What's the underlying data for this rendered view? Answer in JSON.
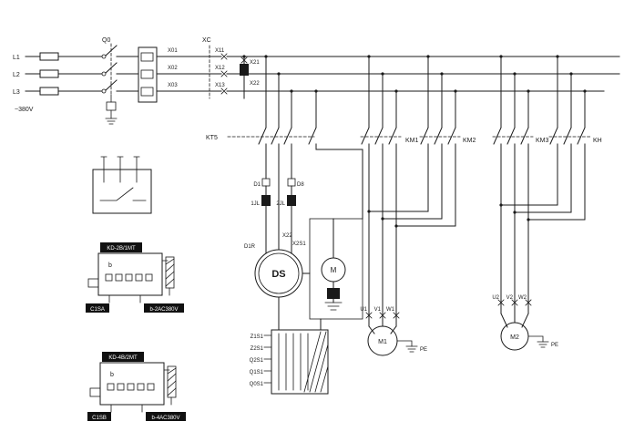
{
  "power": {
    "l1": "L1",
    "l2": "L2",
    "l3": "L3",
    "voltage": "~380V",
    "q0": "Q0",
    "x01": "X01",
    "x02": "X02",
    "x03": "X03",
    "xc": "XC",
    "x11": "X11",
    "x12": "X12",
    "x13": "X13",
    "x21": "X21",
    "x22": "X22"
  },
  "spindle": {
    "kt5": "KT5",
    "d1": "D1",
    "d8": "D8",
    "jl1": "1JL",
    "jl2": "2JL",
    "d1r": "D1R",
    "x22": "X22",
    "x2s1": "X2S1",
    "ds": "DS",
    "m": "M",
    "z1s1": "Z1S1",
    "z2s1": "Z2S1",
    "q2s1": "Q2S1",
    "q1s1": "Q1S1",
    "q0s1": "Q0S1"
  },
  "feed": {
    "km1": "KM1",
    "km2": "KM2",
    "km3": "KM3",
    "kh": "KH",
    "m1": "M1",
    "u1": "U1",
    "v1": "V1",
    "w1": "W1",
    "pe1": "PE",
    "m2": "M2",
    "u2": "U2",
    "v2": "V2",
    "w2": "W2",
    "pe2": "PE"
  },
  "modules": {
    "b1": "b",
    "badge1_top": "KD-2B/1MT",
    "badge1_left": "C1SA",
    "badge1_right": "b-2AC380V",
    "b2": "b",
    "badge2_top": "KD-4B/2MT",
    "badge2_left": "C1SB",
    "badge2_right": "b-4AC380V"
  },
  "colors": {
    "ink": "#1a1a1a",
    "paper": "#ffffff"
  }
}
